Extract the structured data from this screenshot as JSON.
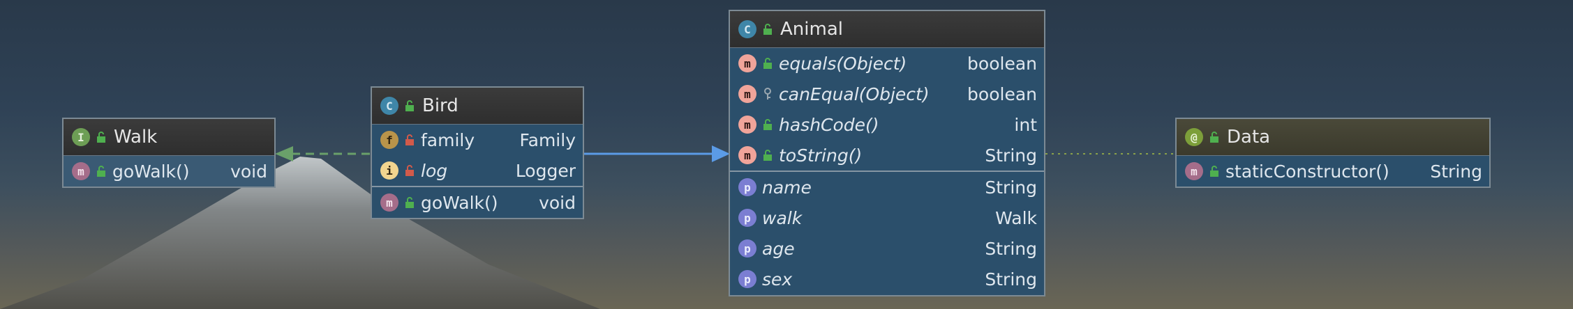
{
  "colors": {
    "implements_edge": "#6aa06a",
    "extends_edge": "#5b9be6",
    "annotation_edge": "#8aa04a",
    "node_border": "#7c8a94",
    "node_body": "#2b4f6b"
  },
  "nodes": {
    "walk": {
      "kind_letter": "I",
      "title": "Walk",
      "methods": [
        {
          "letter": "m",
          "name": "goWalk()",
          "type": "void"
        }
      ]
    },
    "bird": {
      "kind_letter": "C",
      "title": "Bird",
      "fields": [
        {
          "letter": "f",
          "name": "family",
          "type": "Family"
        },
        {
          "letter": "i",
          "name": "log",
          "type": "Logger"
        }
      ],
      "methods": [
        {
          "letter": "m",
          "name": "goWalk()",
          "type": "void"
        }
      ]
    },
    "animal": {
      "kind_letter": "C",
      "title": "Animal",
      "methods": [
        {
          "letter": "m",
          "name": "equals(Object)",
          "type": "boolean"
        },
        {
          "letter": "m",
          "name": "canEqual(Object)",
          "type": "boolean"
        },
        {
          "letter": "m",
          "name": "hashCode()",
          "type": "int"
        },
        {
          "letter": "m",
          "name": "toString()",
          "type": "String"
        }
      ],
      "properties": [
        {
          "letter": "p",
          "name": "name",
          "type": "String"
        },
        {
          "letter": "p",
          "name": "walk",
          "type": "Walk"
        },
        {
          "letter": "p",
          "name": "age",
          "type": "String"
        },
        {
          "letter": "p",
          "name": "sex",
          "type": "String"
        }
      ]
    },
    "data": {
      "kind_letter": "@",
      "title": "Data",
      "methods": [
        {
          "letter": "m",
          "name": "staticConstructor()",
          "type": "String"
        }
      ]
    }
  }
}
